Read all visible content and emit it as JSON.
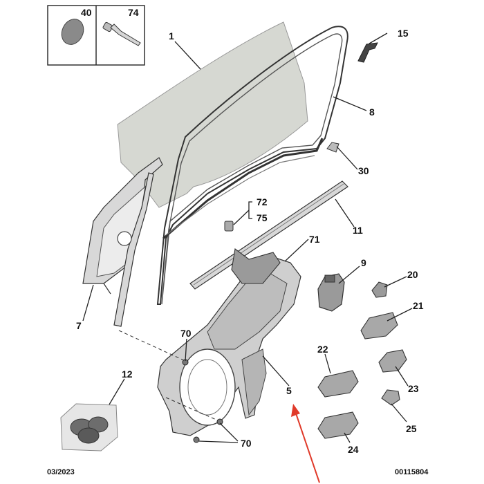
{
  "inset": {
    "left_label": "40",
    "right_label": "74"
  },
  "callouts": {
    "c1": "1",
    "c15": "15",
    "c8": "8",
    "c30": "30",
    "c72": "72",
    "c75": "75",
    "c11": "11",
    "c71": "71",
    "c9": "9",
    "c20": "20",
    "c21": "21",
    "c7": "7",
    "c70a": "70",
    "c12": "12",
    "c22": "22",
    "c5": "5",
    "c23": "23",
    "c25": "25",
    "c70b": "70",
    "c24": "24"
  },
  "footer": {
    "date": "03/2023",
    "ref": "00115804"
  },
  "colors": {
    "glass": "#d6d8d2",
    "arrow": "#e03a2a",
    "part": "#cfcfcf"
  }
}
